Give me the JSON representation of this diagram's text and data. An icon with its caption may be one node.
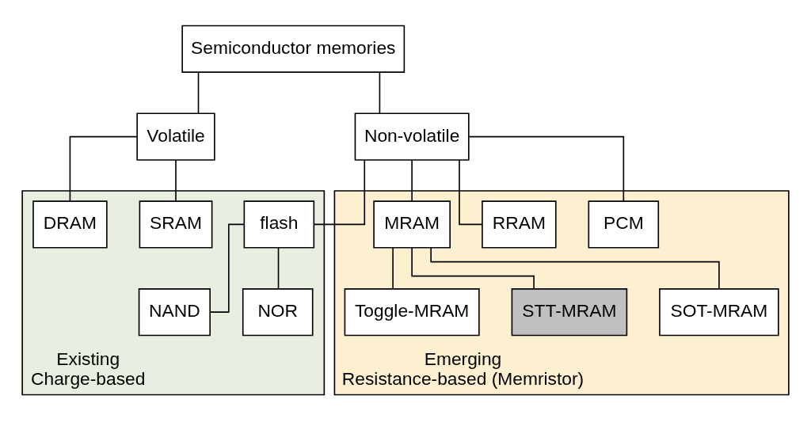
{
  "diagram": {
    "nodes": [
      {
        "text": [
          "Semiconductor memories"
        ]
      },
      {
        "text": [
          "Volatile"
        ]
      },
      {
        "text": [
          "Non-volatile"
        ]
      },
      {
        "text": [
          "Existing",
          "Charge-based"
        ]
      },
      {
        "text": [
          "SRAM"
        ],
        "in": 3
      },
      {
        "text": [
          "DRAM"
        ],
        "in": 3
      },
      {
        "text": [
          "flash"
        ],
        "in": 3
      },
      {
        "text": [
          "NAND"
        ],
        "in": 3
      },
      {
        "text": [
          "NOR"
        ],
        "in": 3
      },
      {
        "text": [
          "Emerging",
          "Resistance-based (Memristor)"
        ]
      },
      {
        "text": [
          "PCM"
        ],
        "in": 9
      },
      {
        "text": [
          "RRAM"
        ],
        "in": 9
      },
      {
        "text": [
          "MRAM"
        ],
        "in": 9
      },
      {
        "text": [
          "Toggle-MRAM"
        ],
        "in": 9
      },
      {
        "text": [
          "STT-MRAM"
        ],
        "in": 9
      },
      {
        "text": [
          "SOT-MRAM"
        ],
        "in": 9
      }
    ],
    "edges": [
      {
        "from": 0,
        "to": 1,
        "arrow": "none"
      },
      {
        "from": 0,
        "to": 2,
        "arrow": "none"
      },
      {
        "from": 1,
        "to": 4,
        "arrow": "none"
      },
      {
        "from": 1,
        "to": 5,
        "arrow": "none"
      },
      {
        "from": 2,
        "to": 6,
        "arrow": "none"
      },
      {
        "from": 2,
        "to": 10,
        "arrow": "none"
      },
      {
        "from": 2,
        "to": 11,
        "arrow": "none"
      },
      {
        "from": 2,
        "to": 12,
        "arrow": "none"
      },
      {
        "from": 6,
        "to": 7,
        "arrow": "none"
      },
      {
        "from": 6,
        "to": 8,
        "arrow": "none"
      },
      {
        "from": 12,
        "to": 13,
        "arrow": "none"
      },
      {
        "from": 12,
        "to": 14,
        "arrow": "none"
      },
      {
        "from": 12,
        "to": 15,
        "arrow": "none"
      }
    ]
  }
}
